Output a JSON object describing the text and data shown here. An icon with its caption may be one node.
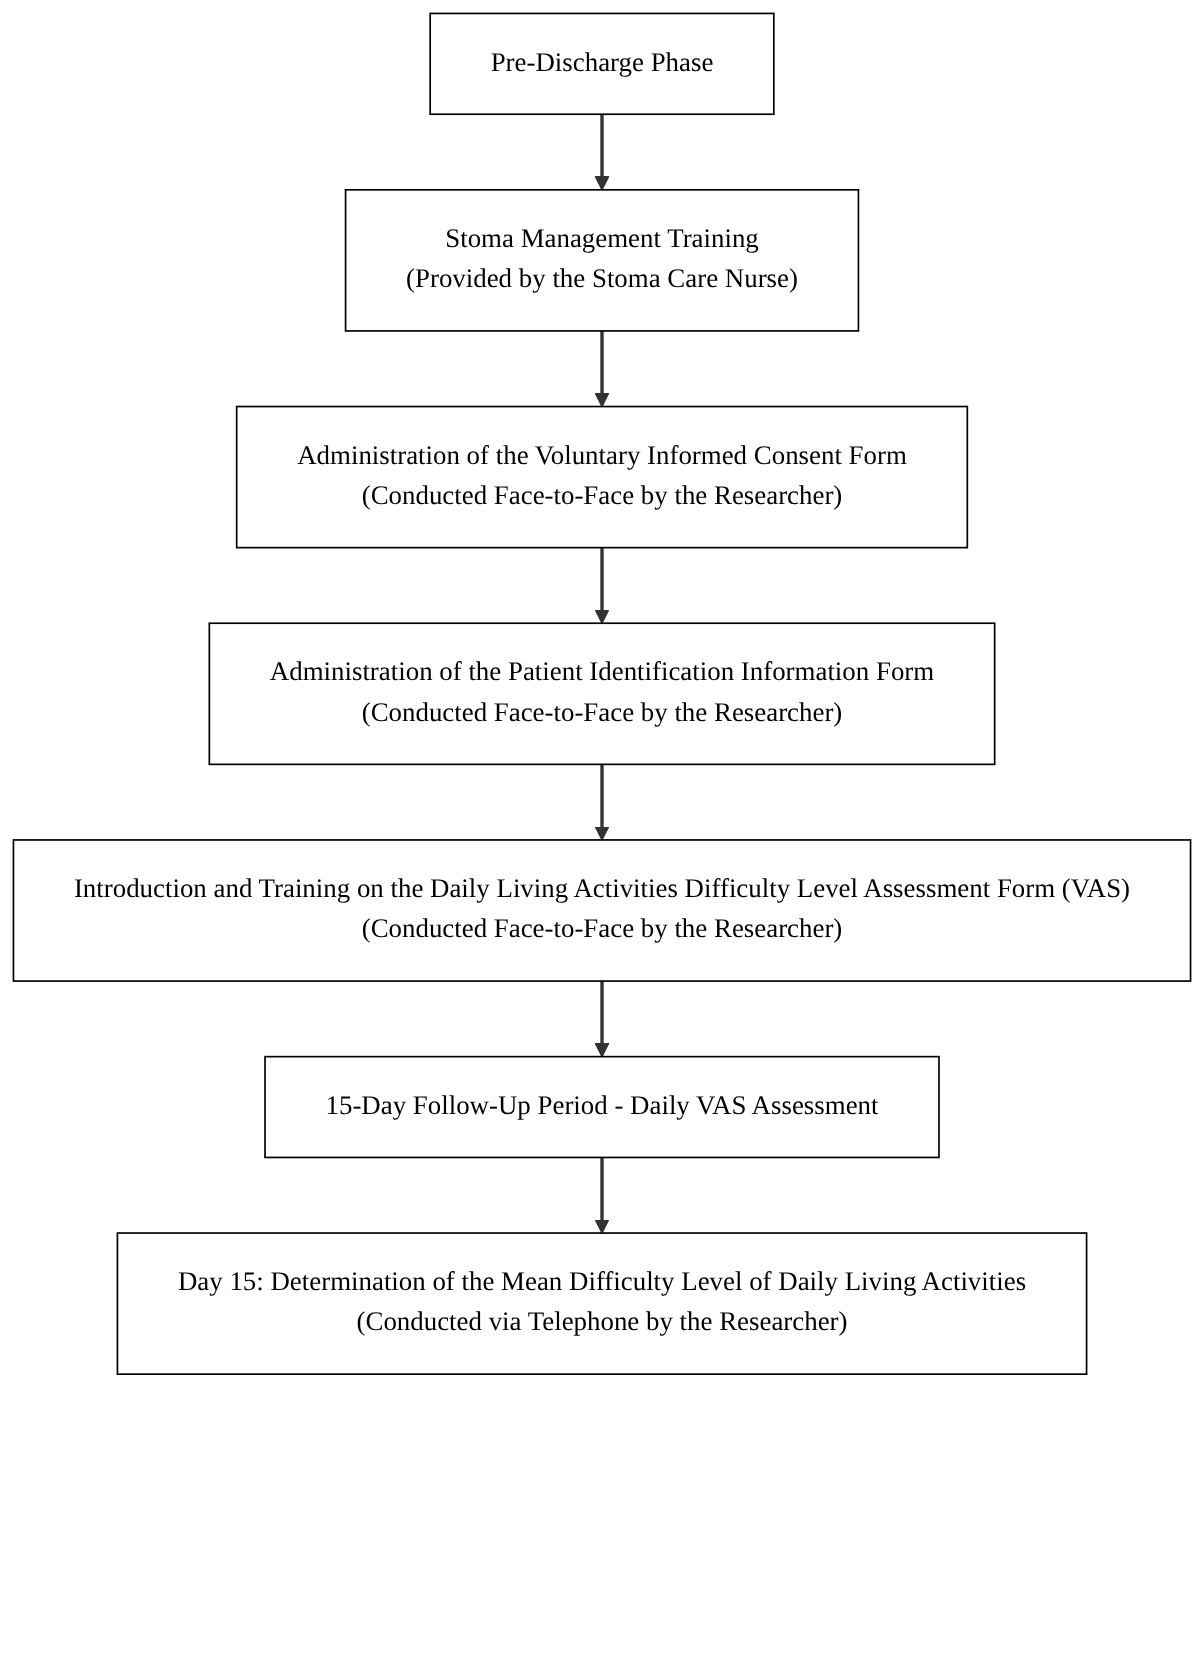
{
  "diagram": {
    "nodes": [
      {
        "text": [
          "Pre-Discharge Phase"
        ]
      },
      {
        "text": [
          "Stoma Management Training",
          "(Provided by the Stoma Care Nurse)"
        ]
      },
      {
        "text": [
          "Administration of the Voluntary Informed Consent Form",
          "(Conducted Face-to-Face by the Researcher)"
        ]
      },
      {
        "text": [
          "Administration of the Patient Identification Information Form",
          "(Conducted Face-to-Face by the Researcher)"
        ]
      },
      {
        "text": [
          "Introduction and Training on the Daily Living Activities Difficulty Level Assessment Form (VAS)",
          "(Conducted Face-to-Face by the Researcher)"
        ]
      },
      {
        "text": [
          "15-Day Follow-Up Period - Daily VAS Assessment"
        ]
      },
      {
        "text": [
          "Day 15: Determination of the Mean Difficulty Level of Daily Living Activities",
          "(Conducted via Telephone by the Researcher)"
        ]
      }
    ],
    "edges": [
      {
        "from": 0,
        "to": 1,
        "arrow": "to"
      },
      {
        "from": 1,
        "to": 2,
        "arrow": "to"
      },
      {
        "from": 2,
        "to": 3,
        "arrow": "to"
      },
      {
        "from": 3,
        "to": 4,
        "arrow": "to"
      },
      {
        "from": 4,
        "to": 5,
        "arrow": "to"
      },
      {
        "from": 5,
        "to": 6,
        "arrow": "to"
      }
    ]
  }
}
